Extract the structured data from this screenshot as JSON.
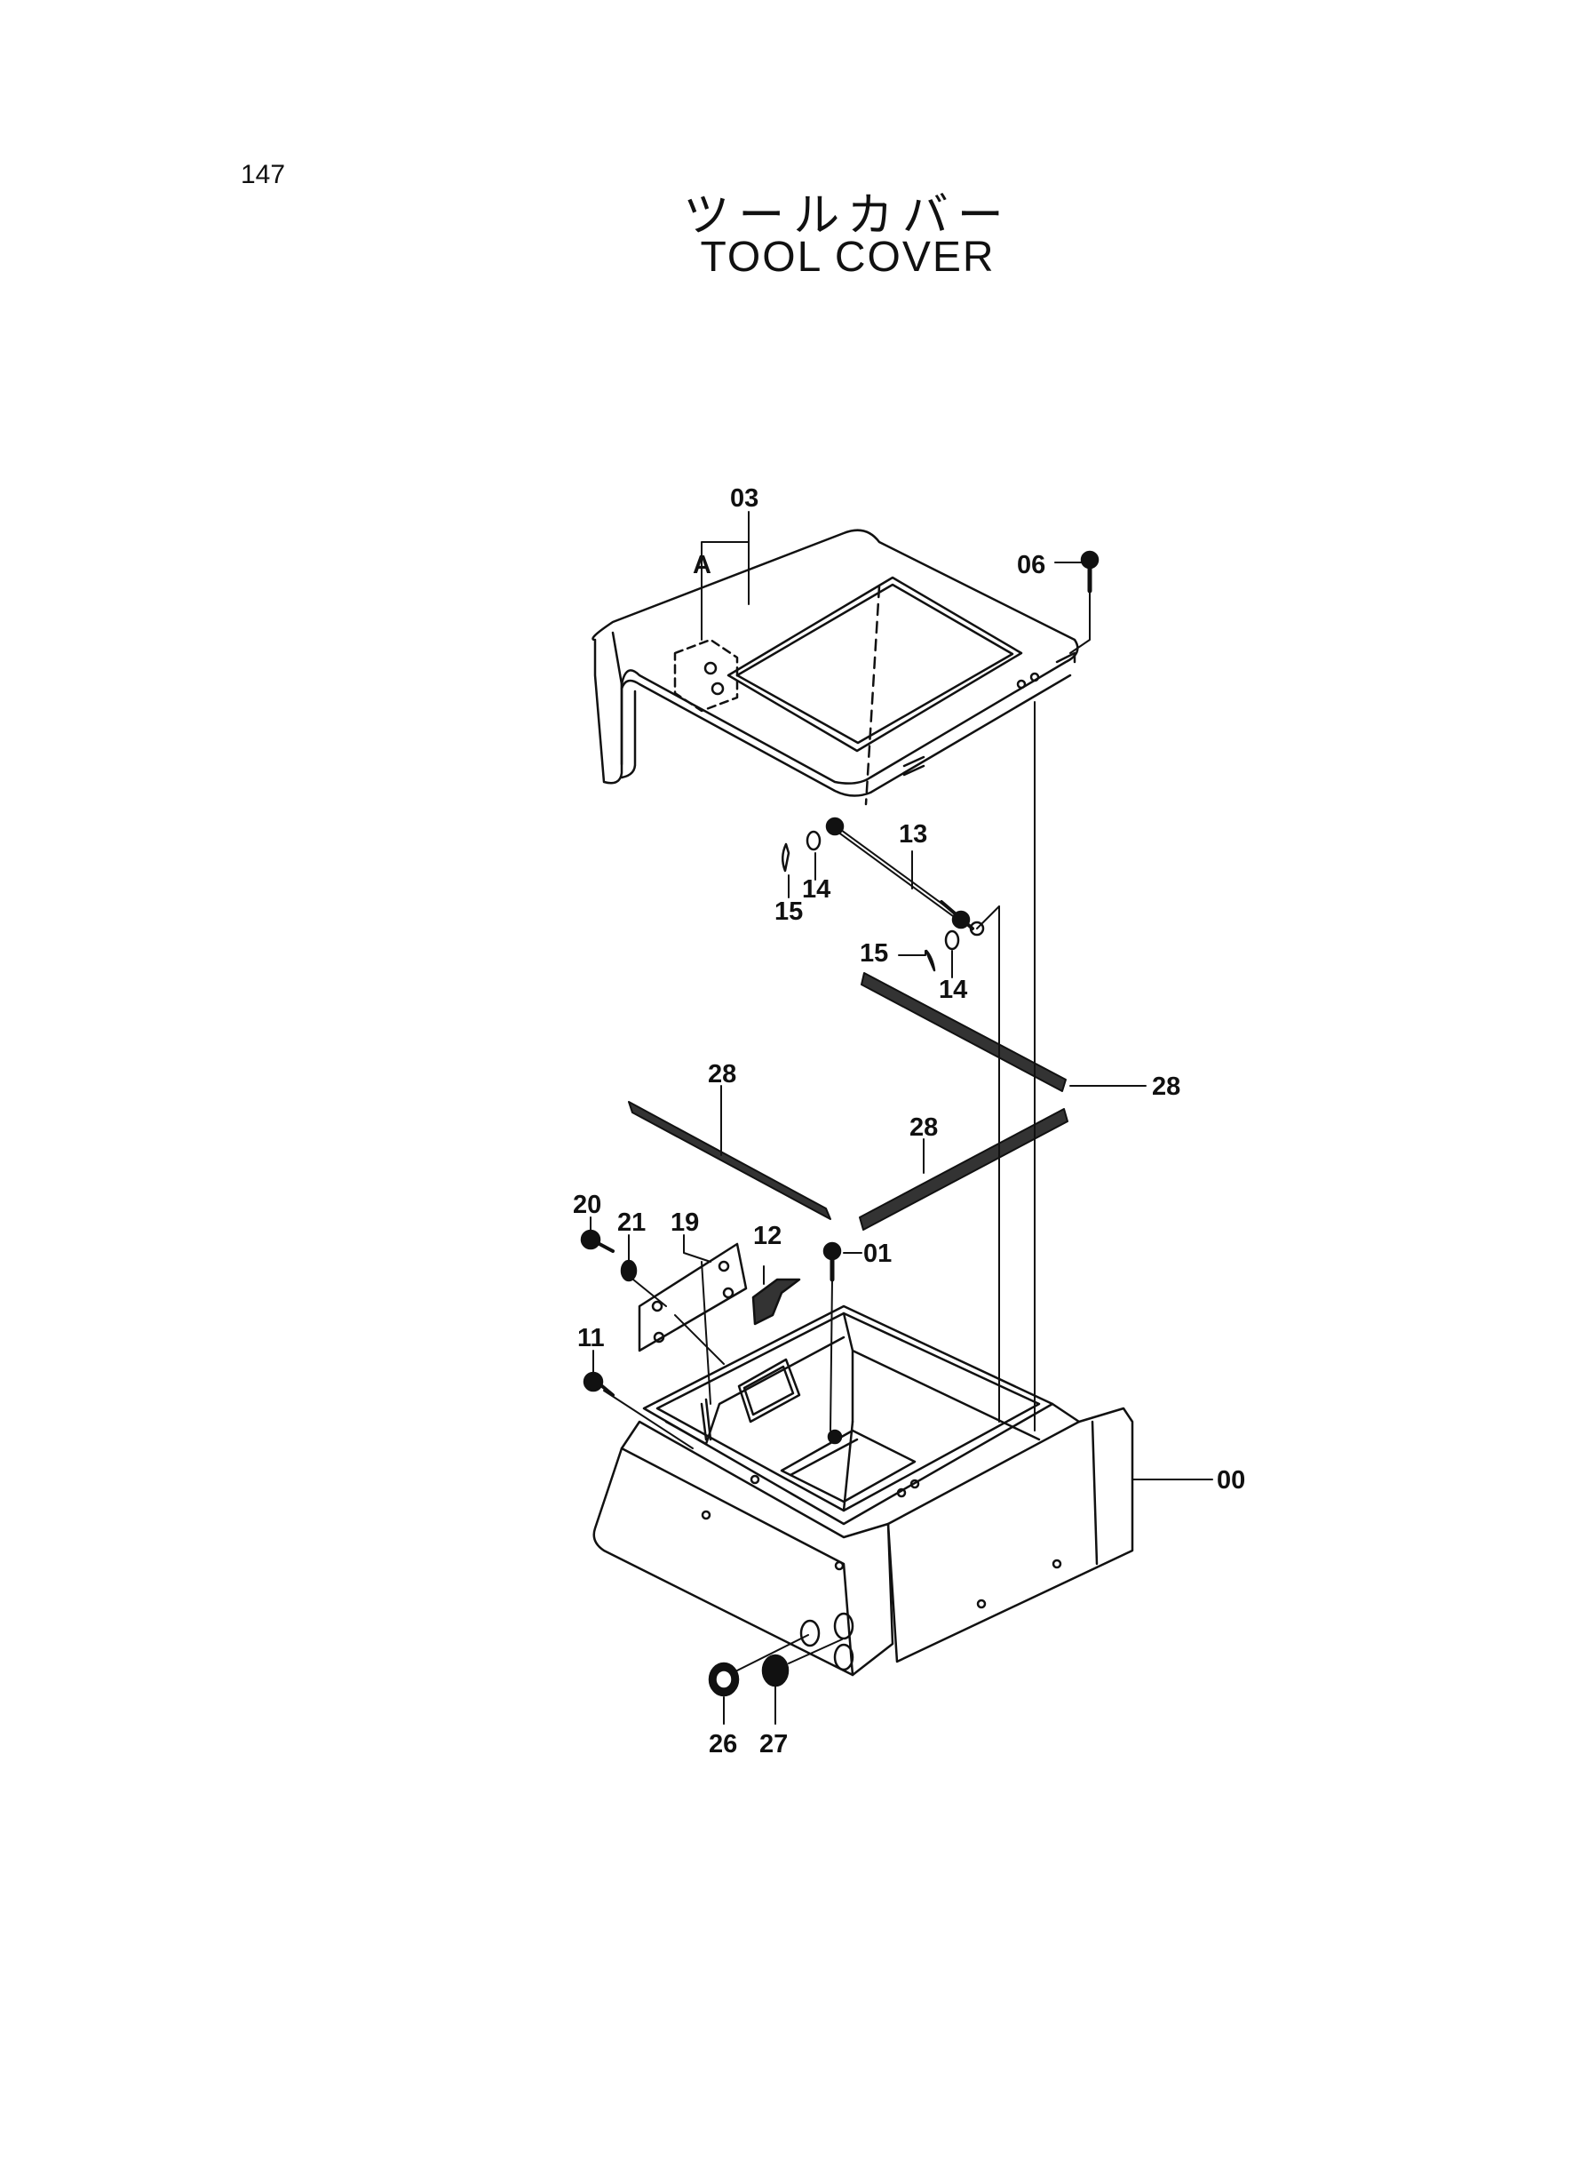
{
  "page_number": "147",
  "title_jp": "ツールカバー",
  "title_en": "TOOL COVER",
  "labels": {
    "p00": "00",
    "p01": "01",
    "p03": "03",
    "pA": "A",
    "p06": "06",
    "p11": "11",
    "p12": "12",
    "p13": "13",
    "p14a": "14",
    "p14b": "14",
    "p15a": "15",
    "p15b": "15",
    "p19": "19",
    "p20": "20",
    "p21": "21",
    "p26": "26",
    "p27": "27",
    "p28a": "28",
    "p28b": "28",
    "p28c": "28"
  }
}
